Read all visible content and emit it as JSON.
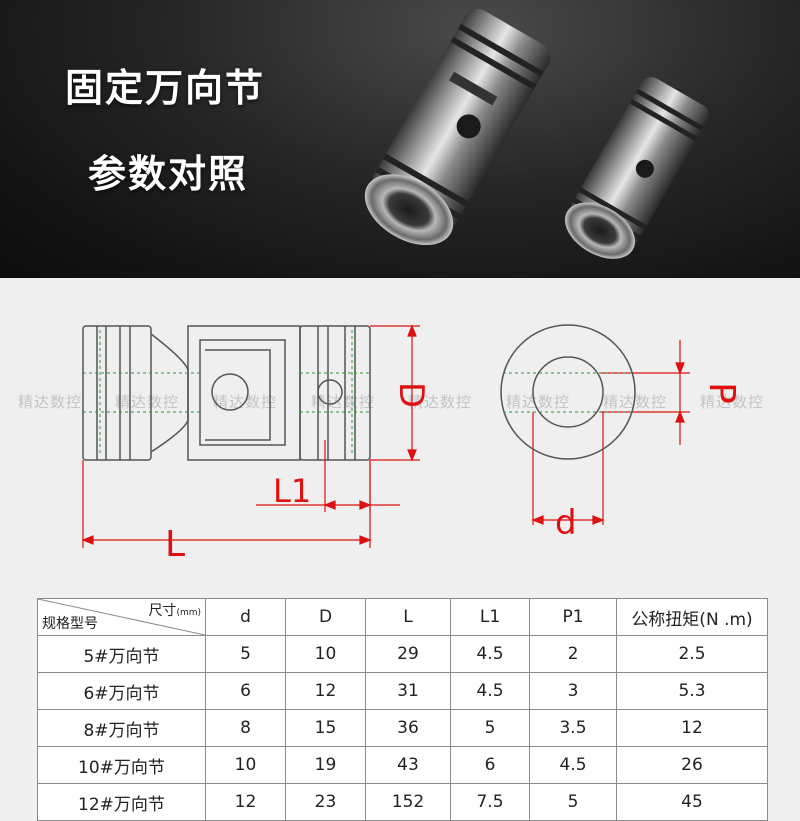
{
  "hero": {
    "title_line1": "固定万向节",
    "title_line2": "参数对照"
  },
  "drawing": {
    "label_D": "D",
    "label_L1": "L1",
    "label_L": "L",
    "label_P": "P",
    "label_d": "d",
    "watermark": "精达数控"
  },
  "table": {
    "corner_top": "尺寸",
    "corner_unit": "(mm)",
    "corner_bottom": "规格型号",
    "headers": [
      "d",
      "D",
      "L",
      "L1",
      "P1",
      "公称扭矩(N .m)"
    ],
    "rows": [
      [
        "5#万向节",
        "5",
        "10",
        "29",
        "4.5",
        "2",
        "2.5"
      ],
      [
        "6#万向节",
        "6",
        "12",
        "31",
        "4.5",
        "3",
        "5.3"
      ],
      [
        "8#万向节",
        "8",
        "15",
        "36",
        "5",
        "3.5",
        "12"
      ],
      [
        "10#万向节",
        "10",
        "19",
        "43",
        "6",
        "4.5",
        "26"
      ],
      [
        "12#万向节",
        "12",
        "23",
        "152",
        "7.5",
        "5",
        "45"
      ]
    ]
  },
  "colors": {
    "dimension": "#dd1111",
    "hero_bg": "#1a1a1a"
  }
}
